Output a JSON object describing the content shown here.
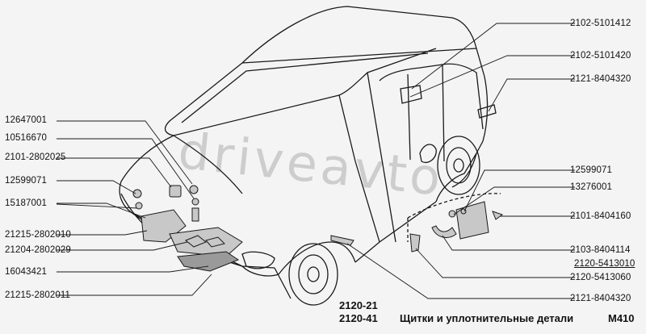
{
  "labels_left": [
    {
      "id": "l1",
      "text": "12647001"
    },
    {
      "id": "l2",
      "text": "10516670"
    },
    {
      "id": "l3",
      "text": "2101-2802025"
    },
    {
      "id": "l4",
      "text": "12599071"
    },
    {
      "id": "l5",
      "text": "15187001"
    },
    {
      "id": "l6",
      "text": "21215-2802010"
    },
    {
      "id": "l7",
      "text": "21204-2802029"
    },
    {
      "id": "l8",
      "text": "16043421"
    },
    {
      "id": "l9",
      "text": "21215-2802011"
    }
  ],
  "labels_right": [
    {
      "id": "r1",
      "text": "2102-5101412"
    },
    {
      "id": "r2",
      "text": "2102-5101420"
    },
    {
      "id": "r3",
      "text": "2121-8404320"
    },
    {
      "id": "r4",
      "text": "12599071"
    },
    {
      "id": "r5",
      "text": "13276001"
    },
    {
      "id": "r6",
      "text": "2101-8404160"
    },
    {
      "id": "r7",
      "text": "2103-8404114"
    },
    {
      "id": "r8",
      "text": "2120-5413010"
    },
    {
      "id": "r9",
      "text": "2120-5413060"
    },
    {
      "id": "r10",
      "text": "2121-8404320"
    }
  ],
  "footer": {
    "model_1": "2120-21",
    "model_2": "2120-41",
    "caption": "Щитки и уплотнительные детали",
    "sheet_code": "М410"
  },
  "watermark": "driveavto"
}
